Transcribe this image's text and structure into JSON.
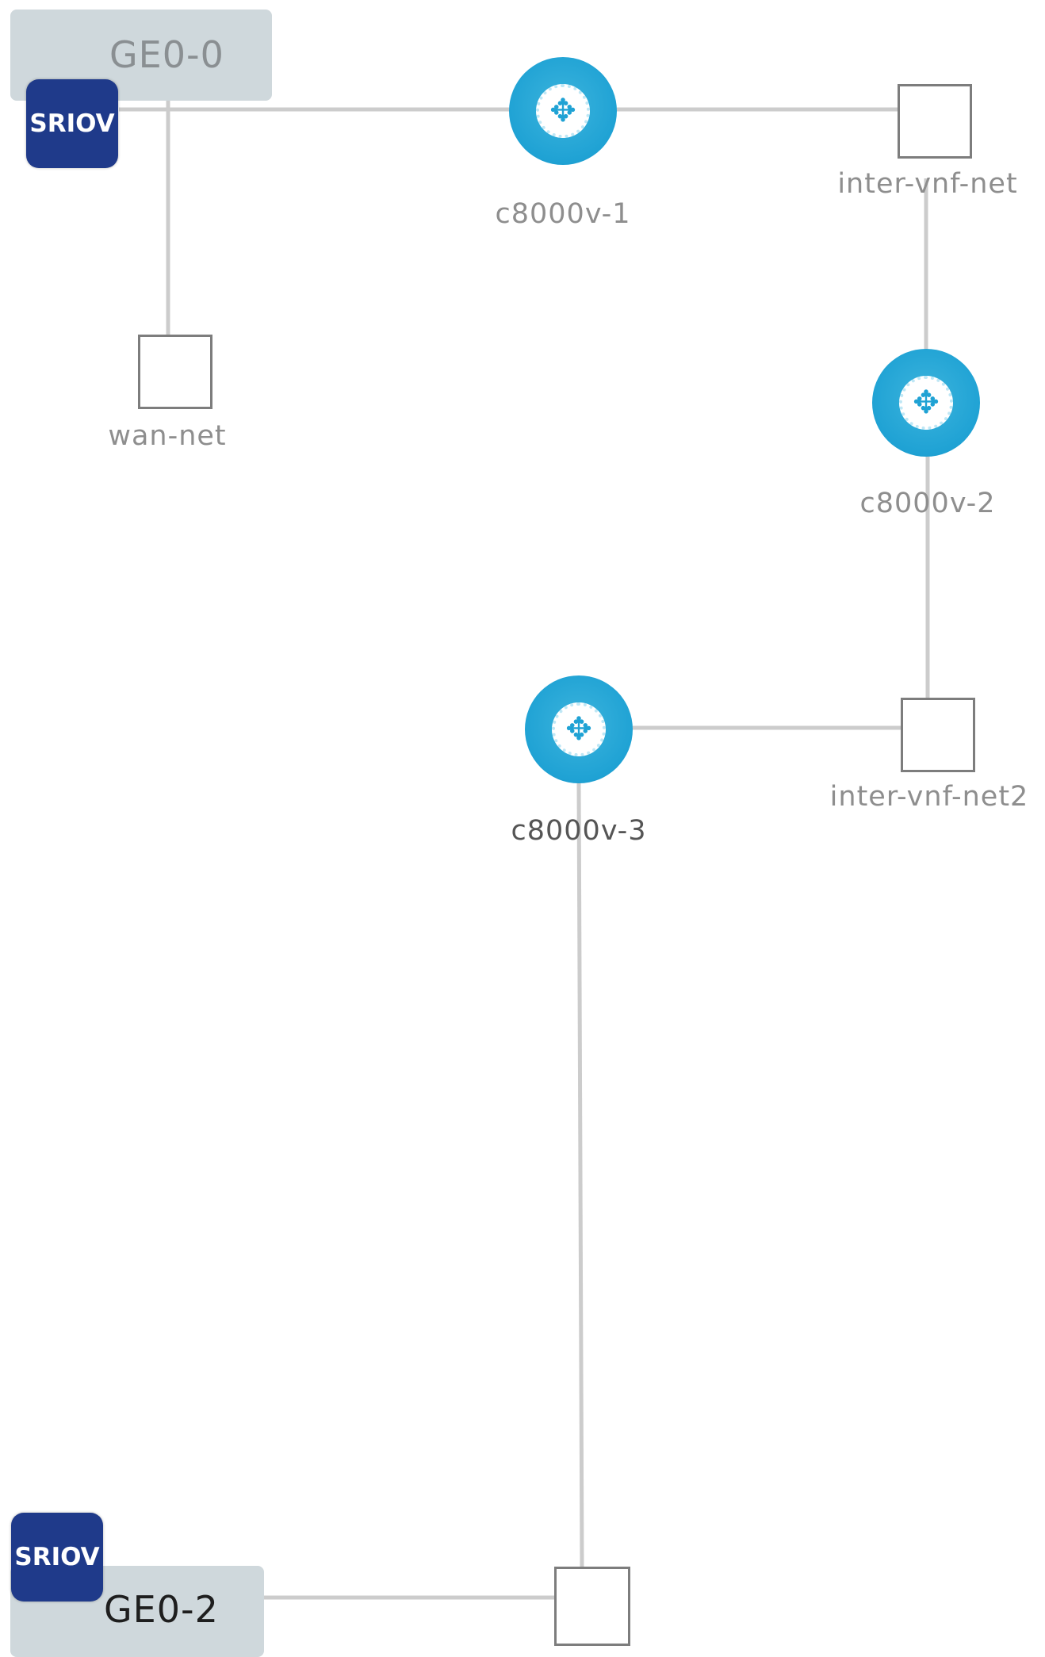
{
  "ports": {
    "top": {
      "label": "GE0-0",
      "badge": "SRIOV"
    },
    "bottom": {
      "label": "GE0-2",
      "badge": "SRIOV"
    }
  },
  "vnfs": [
    {
      "label": "c8000v-1",
      "icon": "router-icon"
    },
    {
      "label": "c8000v-2",
      "icon": "router-icon"
    },
    {
      "label": "c8000v-3",
      "icon": "router-icon"
    }
  ],
  "networks": [
    {
      "label": "inter-vnf-net"
    },
    {
      "label": "wan-net"
    },
    {
      "label": "inter-vnf-net2"
    }
  ],
  "colors": {
    "link": "#cccccc",
    "router": "#1fa2d4",
    "sriov_badge": "#1f3a8a",
    "port_box": "#cfd8dc"
  }
}
